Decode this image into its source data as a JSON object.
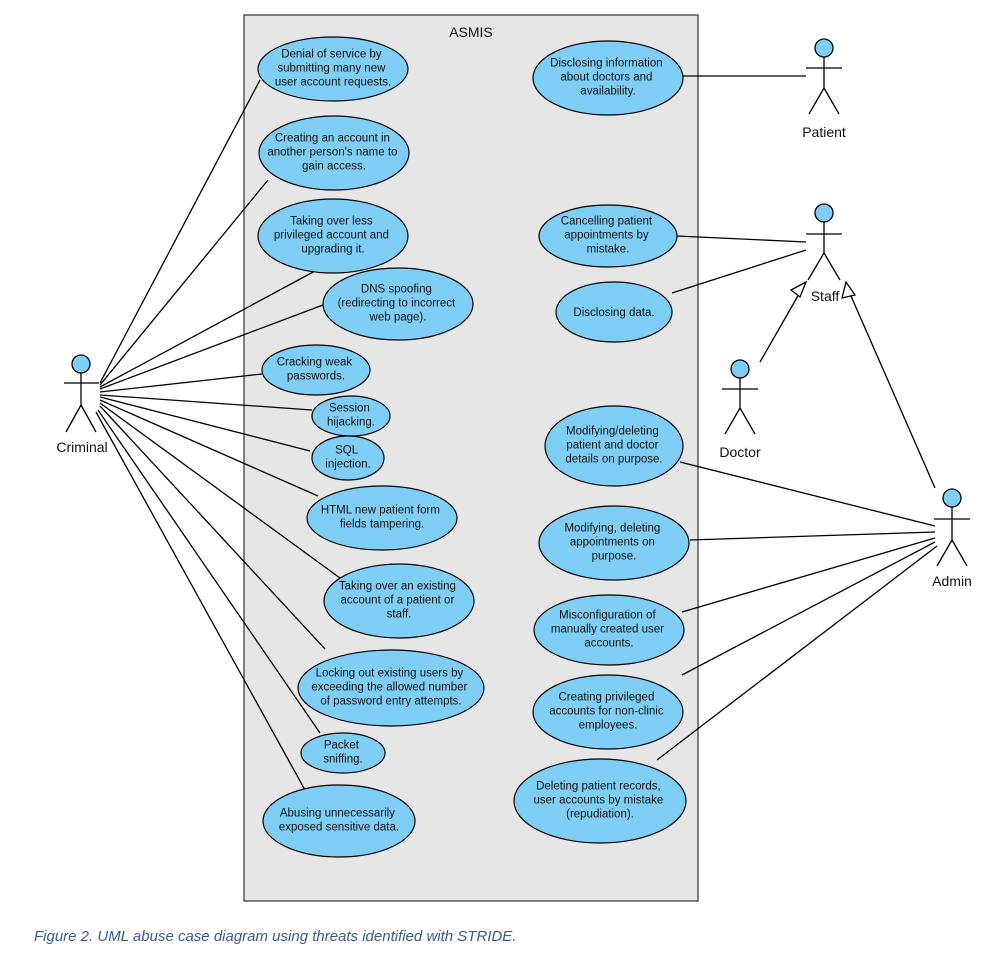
{
  "system": {
    "title": "ASMIS"
  },
  "actors": {
    "criminal": "Criminal",
    "patient": "Patient",
    "staff": "Staff",
    "doctor": "Doctor",
    "admin": "Admin"
  },
  "use_cases": {
    "c1": [
      "Denial of service by",
      "submitting many new",
      "user account requests."
    ],
    "c2": [
      "Creating an account in",
      "another person's name to",
      "gain access."
    ],
    "c3": [
      "Taking over less",
      "privileged account and",
      "upgrading it."
    ],
    "c4": [
      "DNS spoofing",
      "(redirecting to incorrect",
      "web page)."
    ],
    "c5": [
      "Cracking weak",
      "passwords."
    ],
    "c6": [
      "Session",
      "hijacking."
    ],
    "c7": [
      "SQL",
      "injection."
    ],
    "c8": [
      "HTML new patient form",
      "fields tampering."
    ],
    "c9": [
      "Taking over an existing",
      "account of a patient or",
      "staff."
    ],
    "c10": [
      "Locking out existing users by",
      "exceeding the allowed number",
      "of password entry attempts."
    ],
    "c11": [
      "Packet",
      "sniffing."
    ],
    "c12": [
      "Abusing unnecessarily",
      "exposed sensitive data."
    ],
    "p1": [
      "Disclosing information",
      "about doctors and",
      "availability."
    ],
    "s1": [
      "Cancelling patient",
      "appointments by",
      "mistake."
    ],
    "s2": [
      "Disclosing data."
    ],
    "a1": [
      "Modifying/deleting",
      "patient and doctor",
      "details on purpose."
    ],
    "a2": [
      "Modifying, deleting",
      "appointments on",
      "purpose."
    ],
    "a3": [
      "Misconfiguration of",
      "manually created user",
      "accounts."
    ],
    "a4": [
      "Creating privileged",
      "accounts for non-clinic",
      "employees."
    ],
    "a5": [
      "Deleting patient records,",
      "user accounts by mistake",
      "(repudiation)."
    ]
  },
  "caption": "Figure 2. UML abuse case diagram using threats identified with STRIDE.",
  "colors": {
    "usecase_fill": "#7fcef5",
    "boundary_fill": "#e6e6e6",
    "actor_head": "#7fcef5",
    "line": "#000000",
    "caption": "#3a5a8c"
  }
}
